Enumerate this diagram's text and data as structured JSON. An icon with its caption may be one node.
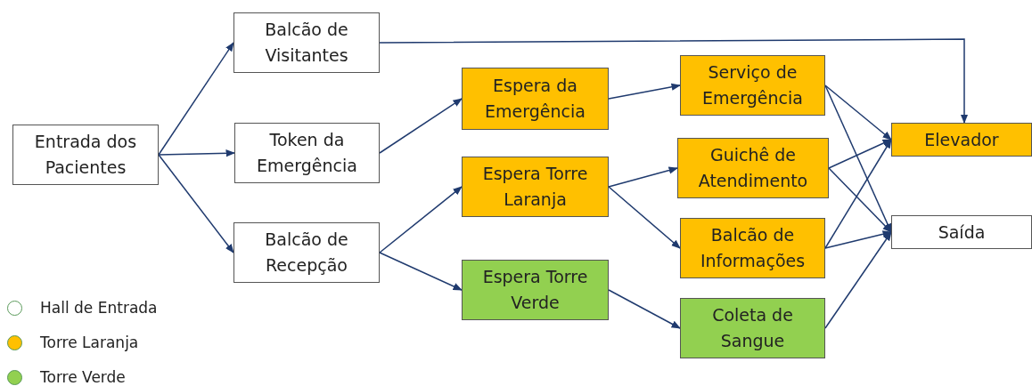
{
  "diagram": {
    "nodes": [
      {
        "text": [
          "Entrada dos Pacientes"
        ]
      },
      {
        "text": [
          "Balcão de Visitantes"
        ]
      },
      {
        "text": [
          "Token da Emergência"
        ]
      },
      {
        "text": [
          "Balcão de Recepção"
        ]
      },
      {
        "text": [
          "Espera da Emergência"
        ]
      },
      {
        "text": [
          "Espera Torre Laranja"
        ]
      },
      {
        "text": [
          "Espera Torre Verde"
        ]
      },
      {
        "text": [
          "Serviço de Emergência"
        ]
      },
      {
        "text": [
          "Guichê de Atendimento"
        ]
      },
      {
        "text": [
          "Balcão de Informações"
        ]
      },
      {
        "text": [
          "Coleta de Sangue"
        ]
      },
      {
        "text": [
          "Elevador"
        ]
      },
      {
        "text": [
          "Saída"
        ]
      }
    ],
    "edges": [
      {
        "from": 0,
        "to": 1,
        "arrow": "to"
      },
      {
        "from": 0,
        "to": 2,
        "arrow": "to"
      },
      {
        "from": 0,
        "to": 3,
        "arrow": "to"
      },
      {
        "from": 1,
        "to": 11,
        "arrow": "to"
      },
      {
        "from": 2,
        "to": 4,
        "arrow": "to"
      },
      {
        "from": 3,
        "to": 5,
        "arrow": "to"
      },
      {
        "from": 3,
        "to": 6,
        "arrow": "to"
      },
      {
        "from": 4,
        "to": 7,
        "arrow": "to"
      },
      {
        "from": 5,
        "to": 8,
        "arrow": "to"
      },
      {
        "from": 5,
        "to": 9,
        "arrow": "to"
      },
      {
        "from": 6,
        "to": 10,
        "arrow": "to"
      },
      {
        "from": 7,
        "to": 11,
        "arrow": "to"
      },
      {
        "from": 7,
        "to": 12,
        "arrow": "to"
      },
      {
        "from": 8,
        "to": 11,
        "arrow": "to"
      },
      {
        "from": 8,
        "to": 12,
        "arrow": "to"
      },
      {
        "from": 9,
        "to": 11,
        "arrow": "to"
      },
      {
        "from": 9,
        "to": 12,
        "arrow": "to"
      },
      {
        "from": 10,
        "to": 12,
        "arrow": "to"
      }
    ],
    "legend": [
      {
        "text": "Hall de Entrada",
        "color": "#ffffff"
      },
      {
        "text": "Torre Laranja",
        "color": "#ffc000"
      },
      {
        "text": "Torre Verde",
        "color": "#92d050"
      }
    ]
  }
}
